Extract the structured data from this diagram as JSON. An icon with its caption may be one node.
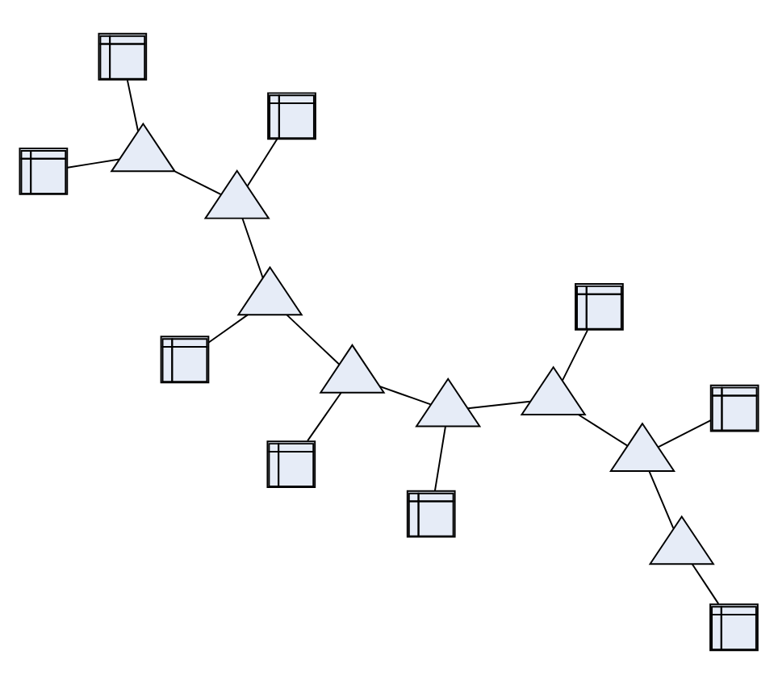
{
  "diagram": {
    "nodes": [
      {
        "text": [],
        "shape": "table"
      },
      {
        "text": [],
        "shape": "table"
      },
      {
        "text": [],
        "shape": "triangle"
      },
      {
        "text": [],
        "shape": "triangle"
      },
      {
        "text": [],
        "shape": "table"
      },
      {
        "text": [],
        "shape": "triangle"
      },
      {
        "text": [],
        "shape": "table"
      },
      {
        "text": [],
        "shape": "triangle"
      },
      {
        "text": [],
        "shape": "table"
      },
      {
        "text": [],
        "shape": "triangle"
      },
      {
        "text": [],
        "shape": "triangle"
      },
      {
        "text": [],
        "shape": "table"
      },
      {
        "text": [],
        "shape": "triangle"
      },
      {
        "text": [],
        "shape": "triangle"
      },
      {
        "text": [],
        "shape": "table"
      },
      {
        "text": [],
        "shape": "table"
      },
      {
        "text": [],
        "shape": "table"
      }
    ],
    "edges": [
      {
        "from": 0,
        "to": 2,
        "arrow": "none"
      },
      {
        "from": 2,
        "to": 1,
        "arrow": "none"
      },
      {
        "from": 3,
        "to": 2,
        "arrow": "none"
      },
      {
        "from": 4,
        "to": 3,
        "arrow": "none"
      },
      {
        "from": 3,
        "to": 5,
        "arrow": "none"
      },
      {
        "from": 5,
        "to": 6,
        "arrow": "none"
      },
      {
        "from": 5,
        "to": 7,
        "arrow": "none"
      },
      {
        "from": 7,
        "to": 11,
        "arrow": "none"
      },
      {
        "from": 7,
        "to": 12,
        "arrow": "none"
      },
      {
        "from": 12,
        "to": 16,
        "arrow": "none"
      },
      {
        "from": 12,
        "to": 13,
        "arrow": "none"
      },
      {
        "from": 13,
        "to": 14,
        "arrow": "none"
      },
      {
        "from": 13,
        "to": 10,
        "arrow": "none"
      },
      {
        "from": 10,
        "to": 15,
        "arrow": "none"
      },
      {
        "from": 10,
        "to": 9,
        "arrow": "none"
      },
      {
        "from": 9,
        "to": 8,
        "arrow": "none"
      }
    ]
  }
}
